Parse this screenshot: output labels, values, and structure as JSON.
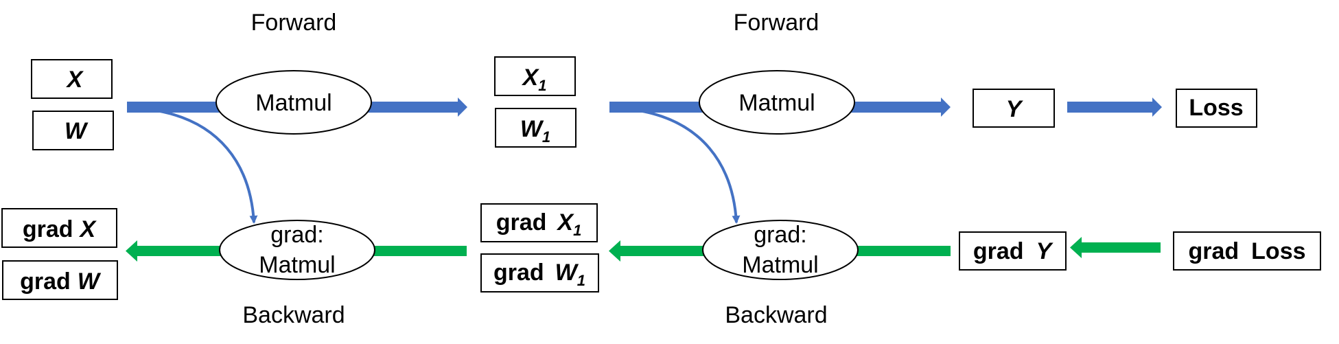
{
  "colors": {
    "forward_arrow": "#4472C4",
    "backward_arrow": "#00B050",
    "outline": "#000000"
  },
  "section_labels": {
    "forward_1": "Forward",
    "forward_2": "Forward",
    "backward_1": "Backward",
    "backward_2": "Backward"
  },
  "stage1": {
    "input_x": "X",
    "input_w": "W",
    "op_forward": "Matmul",
    "op_backward_line1": "grad:",
    "op_backward_line2": "Matmul",
    "grad_x_prefix": "grad",
    "grad_x_var": "X",
    "grad_w_prefix": "grad",
    "grad_w_var": "W"
  },
  "stage2": {
    "input_x_var": "X",
    "input_x_sub": "1",
    "input_w_var": "W",
    "input_w_sub": "1",
    "op_forward": "Matmul",
    "op_backward_line1": "grad:",
    "op_backward_line2": "Matmul",
    "grad_x_prefix": "grad",
    "grad_x_var": "X",
    "grad_x_sub": "1",
    "grad_w_prefix": "grad",
    "grad_w_var": "W",
    "grad_w_sub": "1"
  },
  "outputs": {
    "y": "Y",
    "loss": "Loss",
    "grad_y_prefix": "grad",
    "grad_y_var": "Y",
    "grad_loss_prefix": "grad",
    "grad_loss_var": "Loss"
  }
}
